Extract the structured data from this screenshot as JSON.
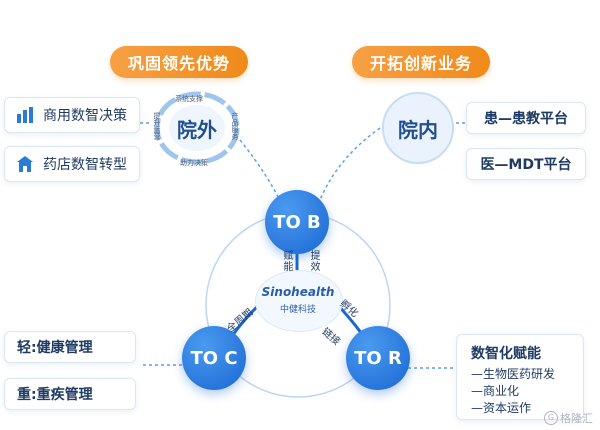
{
  "left_title": "巩固领先优势",
  "right_title": "开拓创新业务",
  "left_cards": [
    {
      "label": "商用数智决策",
      "icon": "bar-chart-icon"
    },
    {
      "label": "药店数智转型",
      "icon": "store-icon"
    }
  ],
  "outer_hospital": {
    "label": "院外",
    "ring_labels": [
      "系统支撑",
      "产品服务",
      "助力决策",
      "提升运营"
    ]
  },
  "inner_hospital": {
    "label": "院内"
  },
  "right_cards": [
    "患—患教平台",
    "医—MDT平台"
  ],
  "nodes": {
    "tob": "TO B",
    "toc": "TO C",
    "tor": "TO R"
  },
  "center": {
    "brand_en": "Sinohealth",
    "brand_cn": "中健科技"
  },
  "arrow_labels": {
    "up_left": "赋能",
    "up_right": "提效",
    "left_arc": "全周期",
    "right_arc_top": "孵化",
    "right_arc_bottom": "链接"
  },
  "toc_cards": [
    "轻:健康管理",
    "重:重疾管理"
  ],
  "tor_card": {
    "title": "数智化赋能",
    "items": [
      "—生物医药研发",
      "—商业化",
      "—资本运作"
    ]
  },
  "watermark": "格隆汇",
  "colors": {
    "accent_orange": "#f08a1a",
    "primary_blue": "#1a67d2",
    "line_blue": "#5aa2e8"
  }
}
